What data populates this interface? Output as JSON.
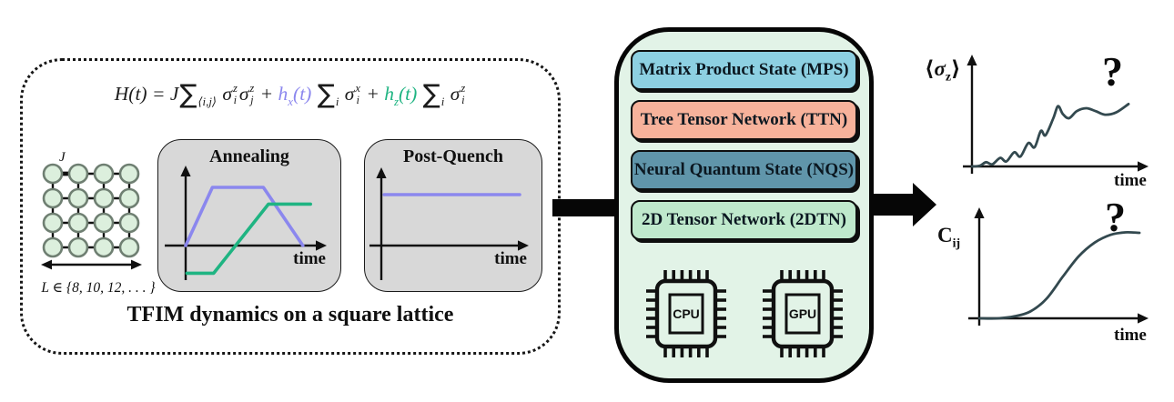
{
  "colors": {
    "ink": "#101010",
    "hx": "#8b87ee",
    "hz": "#1fb482",
    "curve": "#33494f",
    "panel_gray": "#d8d8d8",
    "methods_bg": "#e2f3e7",
    "mps": "#8dd0e2",
    "ttn": "#f7b29b",
    "nqs": "#6095aa",
    "dtn": "#bfe9cc",
    "node_fill": "#dcefdd",
    "node_stroke": "#6f7f72"
  },
  "left_panel": {
    "caption": "TFIM dynamics on a square lattice",
    "equation_tokens": [
      {
        "k": "t",
        "t": "H(t) = J"
      },
      {
        "k": "sum",
        "t": "∑"
      },
      {
        "k": "sub",
        "t": "⟨i,j⟩"
      },
      {
        "k": "t",
        "t": " "
      },
      {
        "k": "ss",
        "b": "σ",
        "sup": "z",
        "sub": "i"
      },
      {
        "k": "ss",
        "b": "σ",
        "sup": "z",
        "sub": "j"
      },
      {
        "k": "t",
        "t": " + "
      },
      {
        "k": "t",
        "t": "h",
        "c": "hx"
      },
      {
        "k": "sub",
        "t": "x",
        "c": "hx"
      },
      {
        "k": "t",
        "t": "(t)",
        "c": "hx"
      },
      {
        "k": "t",
        "t": " "
      },
      {
        "k": "sum",
        "t": "∑"
      },
      {
        "k": "sub",
        "t": "i"
      },
      {
        "k": "t",
        "t": " "
      },
      {
        "k": "ss",
        "b": "σ",
        "sup": "x",
        "sub": "i"
      },
      {
        "k": "t",
        "t": " + "
      },
      {
        "k": "t",
        "t": "h",
        "c": "hz"
      },
      {
        "k": "sub",
        "t": "z",
        "c": "hz"
      },
      {
        "k": "t",
        "t": "(t)",
        "c": "hz"
      },
      {
        "k": "t",
        "t": " "
      },
      {
        "k": "sum",
        "t": "∑"
      },
      {
        "k": "sub",
        "t": "i"
      },
      {
        "k": "t",
        "t": " "
      },
      {
        "k": "ss",
        "b": "σ",
        "sup": "z",
        "sub": "i"
      }
    ],
    "lattice": {
      "rows": 4,
      "cols": 4,
      "j_label": "J",
      "size_label": "L ∈ {8, 10, 12, . . . }"
    }
  },
  "methods_panel": {
    "items": [
      {
        "label": "Matrix Product State (MPS)",
        "color_key": "mps"
      },
      {
        "label": "Tree Tensor Network (TTN)",
        "color_key": "ttn"
      },
      {
        "label": "Neural Quantum State (NQS)",
        "color_key": "nqs"
      },
      {
        "label": "2D Tensor Network (2DTN)",
        "color_key": "dtn"
      }
    ],
    "chips": [
      {
        "label": "CPU"
      },
      {
        "label": "GPU"
      }
    ]
  },
  "chart_data": [
    {
      "id": "annealing",
      "type": "line",
      "title": "Annealing",
      "xlabel": "time",
      "ylabel": "",
      "x_range": [
        0,
        1
      ],
      "y_range": [
        -0.5,
        1
      ],
      "grid": false,
      "series": [
        {
          "name": "h_x(t)",
          "color_key": "hx",
          "points": [
            [
              0,
              0
            ],
            [
              0.21,
              0.8
            ],
            [
              0.61,
              0.8
            ],
            [
              0.92,
              0
            ]
          ]
        },
        {
          "name": "h_z(t)",
          "color_key": "hz",
          "points": [
            [
              0.01,
              -0.38
            ],
            [
              0.22,
              -0.38
            ],
            [
              0.65,
              0.57
            ],
            [
              0.98,
              0.57
            ]
          ]
        }
      ]
    },
    {
      "id": "post-quench",
      "type": "line",
      "title": "Post-Quench",
      "xlabel": "time",
      "ylabel": "",
      "x_range": [
        0,
        1
      ],
      "y_range": [
        -0.5,
        1
      ],
      "grid": false,
      "series": [
        {
          "name": "h_x(t)",
          "color_key": "hx",
          "points": [
            [
              0.02,
              0.7
            ],
            [
              0.95,
              0.7
            ]
          ]
        }
      ]
    },
    {
      "id": "sigma-z-vs-time",
      "type": "line",
      "title": "",
      "xlabel": "time",
      "ylabel": "⟨σz⟩",
      "ylabel_tokens": [
        {
          "k": "t",
          "t": "⟨"
        },
        {
          "k": "ti",
          "t": "σ"
        },
        {
          "k": "sub",
          "t": "z"
        },
        {
          "k": "t",
          "t": "⟩"
        }
      ],
      "annotation": "?",
      "x_range": [
        0,
        1
      ],
      "y_range": [
        0,
        1
      ],
      "grid": false,
      "series": [
        {
          "name": "⟨σz⟩(t)",
          "color_key": "curve",
          "smooth": true,
          "points": [
            [
              0,
              0
            ],
            [
              0.05,
              0.01
            ],
            [
              0.09,
              0.06
            ],
            [
              0.13,
              0.03
            ],
            [
              0.18,
              0.12
            ],
            [
              0.22,
              0.07
            ],
            [
              0.27,
              0.2
            ],
            [
              0.31,
              0.14
            ],
            [
              0.36,
              0.33
            ],
            [
              0.4,
              0.27
            ],
            [
              0.44,
              0.5
            ],
            [
              0.47,
              0.44
            ],
            [
              0.52,
              0.68
            ],
            [
              0.55,
              0.85
            ],
            [
              0.58,
              0.74
            ],
            [
              0.62,
              0.68
            ],
            [
              0.67,
              0.78
            ],
            [
              0.73,
              0.82
            ],
            [
              0.79,
              0.78
            ],
            [
              0.85,
              0.73
            ],
            [
              0.92,
              0.76
            ],
            [
              1,
              0.88
            ]
          ]
        }
      ]
    },
    {
      "id": "cij-vs-time",
      "type": "line",
      "title": "",
      "xlabel": "time",
      "ylabel": "Cij",
      "ylabel_tokens": [
        {
          "k": "t",
          "t": "C"
        },
        {
          "k": "sub",
          "t": "ij"
        }
      ],
      "annotation": "?",
      "x_range": [
        0,
        1
      ],
      "y_range": [
        0,
        1
      ],
      "grid": false,
      "series": [
        {
          "name": "Cij(t)",
          "color_key": "curve",
          "smooth": true,
          "points": [
            [
              0,
              0
            ],
            [
              0.12,
              0
            ],
            [
              0.22,
              0.02
            ],
            [
              0.32,
              0.07
            ],
            [
              0.42,
              0.2
            ],
            [
              0.52,
              0.42
            ],
            [
              0.62,
              0.63
            ],
            [
              0.72,
              0.77
            ],
            [
              0.82,
              0.85
            ],
            [
              0.91,
              0.875
            ],
            [
              1,
              0.87
            ]
          ]
        }
      ]
    }
  ]
}
